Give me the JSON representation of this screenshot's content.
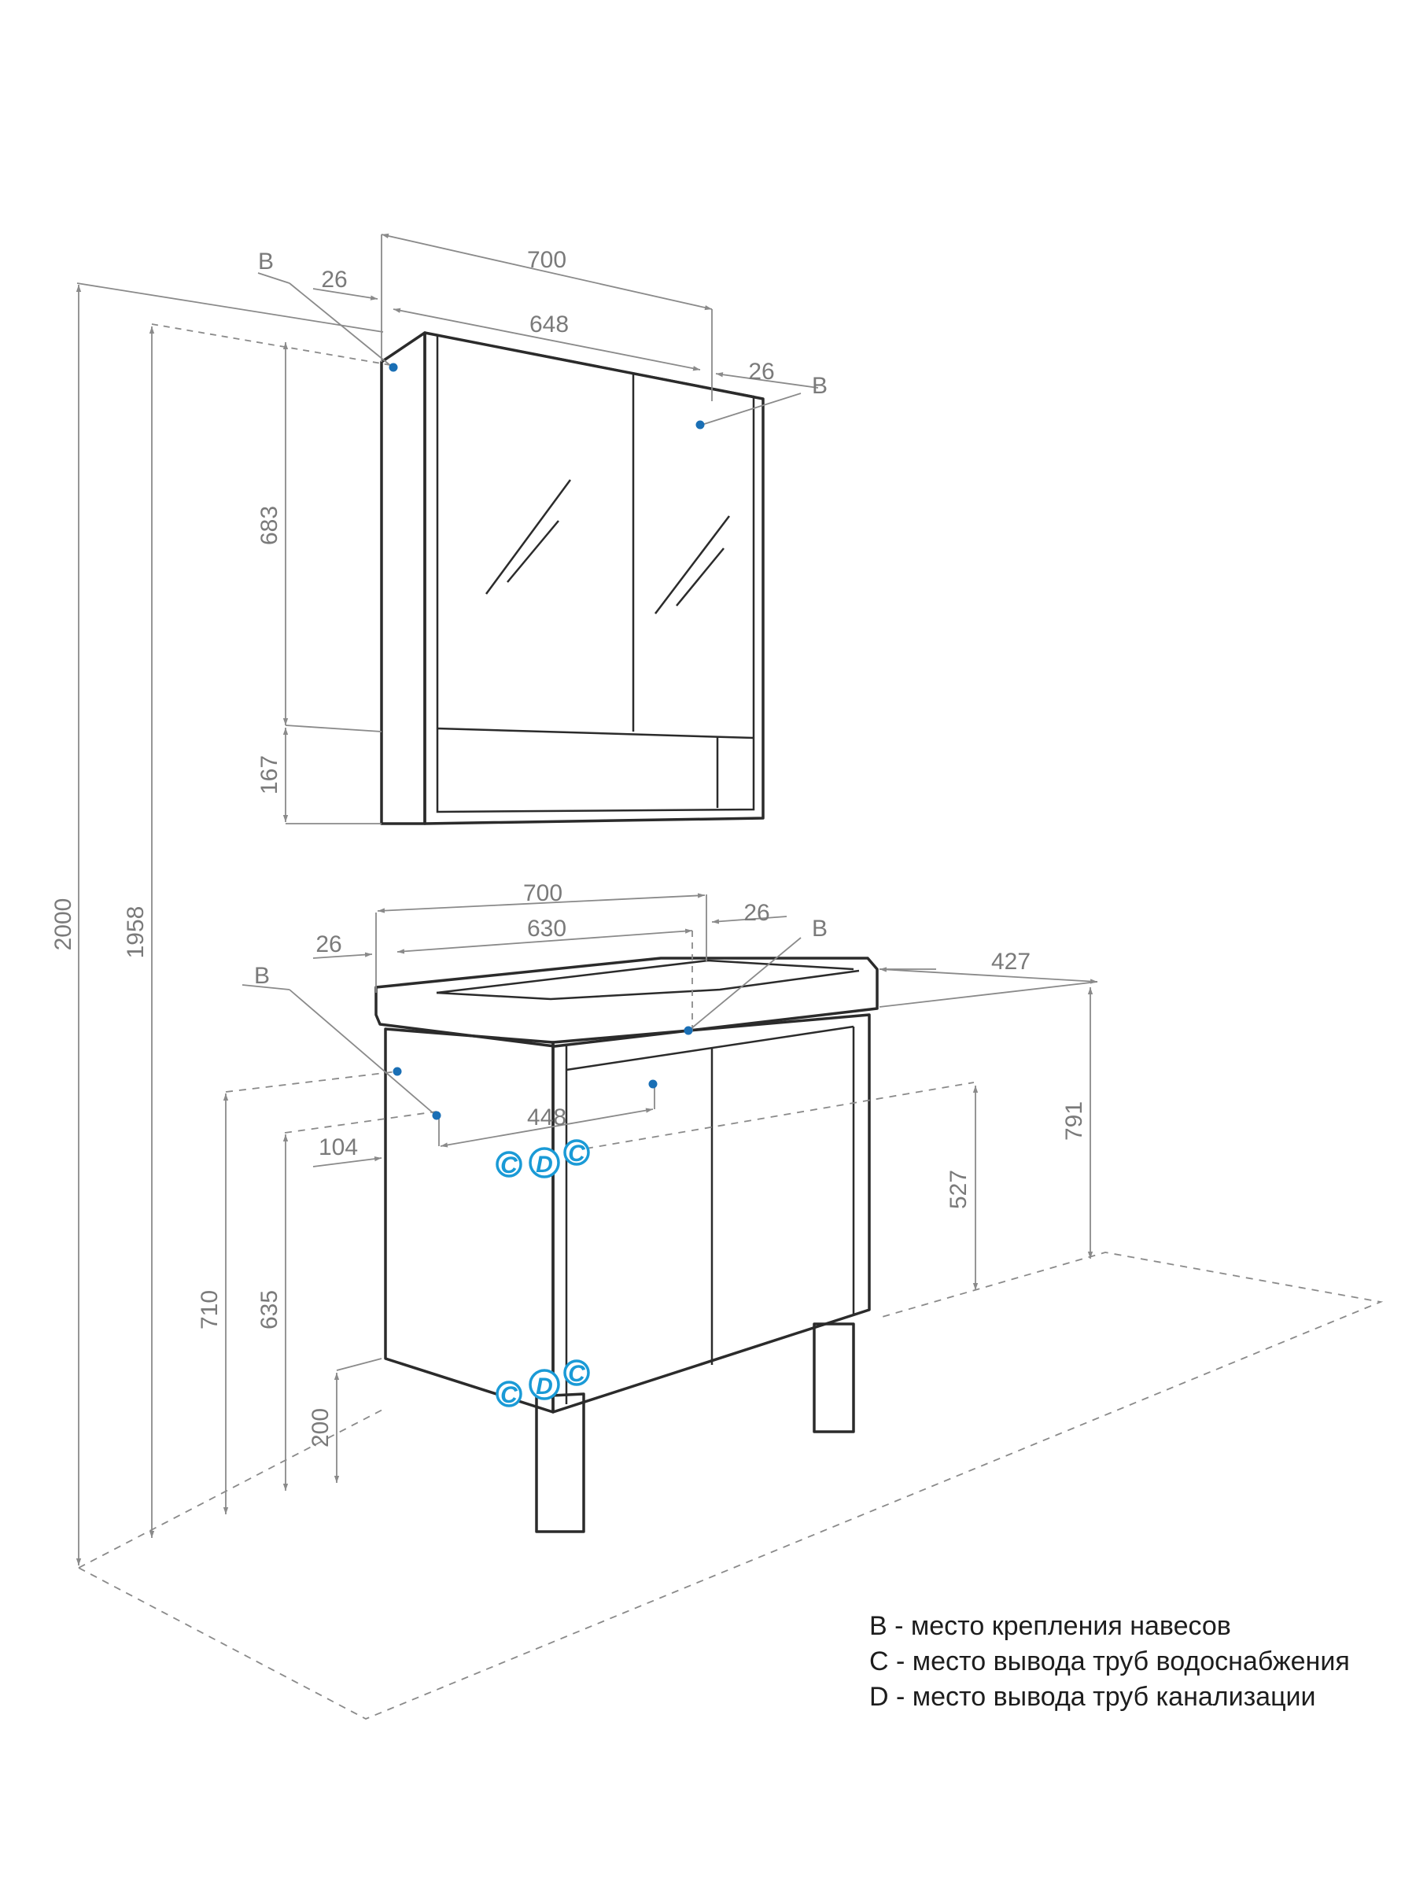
{
  "dimensions": {
    "mirror_width": "700",
    "mirror_inner_width": "648",
    "mirror_left_offset": "26",
    "mirror_right_offset": "26",
    "mirror_height": "683",
    "mirror_shelf_height": "167",
    "vanity_width": "700",
    "vanity_inner_width": "630",
    "vanity_left_offset": "26",
    "vanity_right_offset": "26",
    "vanity_depth": "427",
    "vanity_height": "791",
    "water_outlet_height": "527",
    "mount_spacing": "448",
    "mount_side_offset": "104",
    "total_height": "2000",
    "mirror_mount_height": "1958",
    "vanity_mount_height_710": "710",
    "vanity_mount_height_635": "635",
    "pipe_height": "200"
  },
  "markers": {
    "b": "B",
    "c": "C",
    "d": "D"
  },
  "legend": [
    {
      "text": "B - место крепления навесов"
    },
    {
      "text": "C - место вывода труб водоснабжения"
    },
    {
      "text": "D - место вывода труб канализации"
    }
  ],
  "colors": {
    "furniture_stroke": "#2b2b2b",
    "dimension_color": "#7a7a7a",
    "pipe_marker_color": "#1a9ad6",
    "mount_point_color": "#1a6fb5"
  }
}
